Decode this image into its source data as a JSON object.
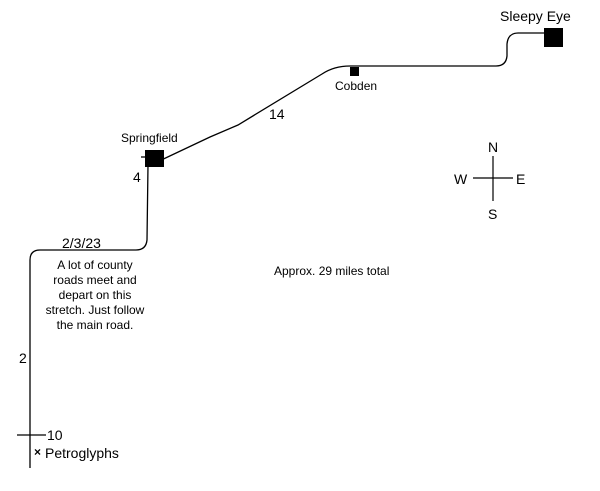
{
  "towns": {
    "sleepy_eye": "Sleepy Eye",
    "cobden": "Cobden",
    "springfield": "Springfield",
    "petroglyphs": "Petroglyphs",
    "petroglyphs_marker": "×"
  },
  "distances": {
    "cobden_to_springfield": "14",
    "springfield_south": "4",
    "county_roads": "2/3/23",
    "west_segment": "2",
    "petroglyph_road": "10"
  },
  "notes": {
    "county_roads_lines": [
      "A lot of county",
      "roads meet and",
      "depart on this",
      "stretch.  Just follow",
      "the main road."
    ],
    "total": "Approx. 29 miles total"
  },
  "compass": {
    "n": "N",
    "s": "S",
    "e": "E",
    "w": "W"
  },
  "colors": {
    "route": "#000000",
    "background": "#ffffff"
  }
}
